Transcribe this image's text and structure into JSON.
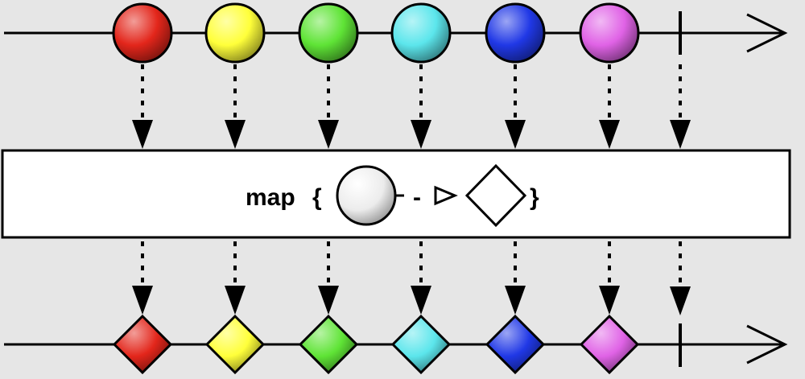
{
  "operator": {
    "name": "map",
    "open_brace": "{",
    "arrow_dash": "-",
    "close_brace": "}"
  },
  "colors": {
    "background": "#e6e6e6",
    "line": "#000000",
    "box_fill": "#ffffff"
  },
  "input_stream": {
    "shape": "circle",
    "items": [
      {
        "color": "red",
        "fill": "#e3261b"
      },
      {
        "color": "yellow",
        "fill": "#ffff3a"
      },
      {
        "color": "green",
        "fill": "#5fe436"
      },
      {
        "color": "cyan",
        "fill": "#5ce6ec"
      },
      {
        "color": "blue",
        "fill": "#2038e6"
      },
      {
        "color": "magenta",
        "fill": "#e063e6"
      }
    ],
    "completed": true
  },
  "output_stream": {
    "shape": "diamond",
    "items": [
      {
        "color": "red",
        "fill": "#e3261b"
      },
      {
        "color": "yellow",
        "fill": "#ffff3a"
      },
      {
        "color": "green",
        "fill": "#5fe436"
      },
      {
        "color": "cyan",
        "fill": "#5ce6ec"
      },
      {
        "color": "blue",
        "fill": "#2038e6"
      },
      {
        "color": "magenta",
        "fill": "#e063e6"
      }
    ],
    "completed": true
  }
}
